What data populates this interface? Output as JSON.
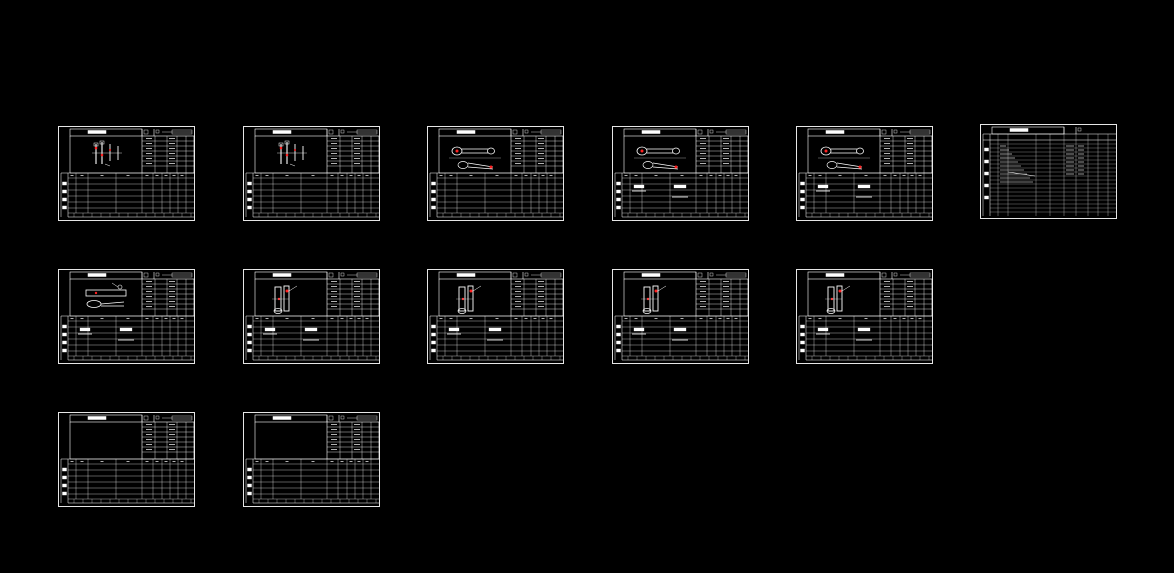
{
  "viewport": {
    "background": "#000000",
    "line_color": "#ffffff",
    "accent_color": "#ff2020"
  },
  "sheets": [
    {
      "id": "sheet-1",
      "drawing": "parts-set",
      "has_content_rows": false
    },
    {
      "id": "sheet-2",
      "drawing": "parts-set",
      "has_content_rows": false
    },
    {
      "id": "sheet-3",
      "drawing": "rod-horizontal",
      "has_content_rows": false
    },
    {
      "id": "sheet-4",
      "drawing": "rod-horizontal",
      "has_content_rows": true
    },
    {
      "id": "sheet-5",
      "drawing": "rod-horizontal",
      "has_content_rows": true
    },
    {
      "id": "sheet-6",
      "drawing": "process-table",
      "has_content_rows": true
    },
    {
      "id": "sheet-7",
      "drawing": "rod-side",
      "has_content_rows": true
    },
    {
      "id": "sheet-8",
      "drawing": "rod-vertical",
      "has_content_rows": true
    },
    {
      "id": "sheet-9",
      "drawing": "rod-vertical",
      "has_content_rows": true
    },
    {
      "id": "sheet-10",
      "drawing": "rod-vertical",
      "has_content_rows": true
    },
    {
      "id": "sheet-11",
      "drawing": "rod-vertical",
      "has_content_rows": true
    },
    {
      "id": "sheet-12",
      "drawing": "blank",
      "has_content_rows": false
    },
    {
      "id": "sheet-13",
      "drawing": "blank",
      "has_content_rows": false
    }
  ]
}
